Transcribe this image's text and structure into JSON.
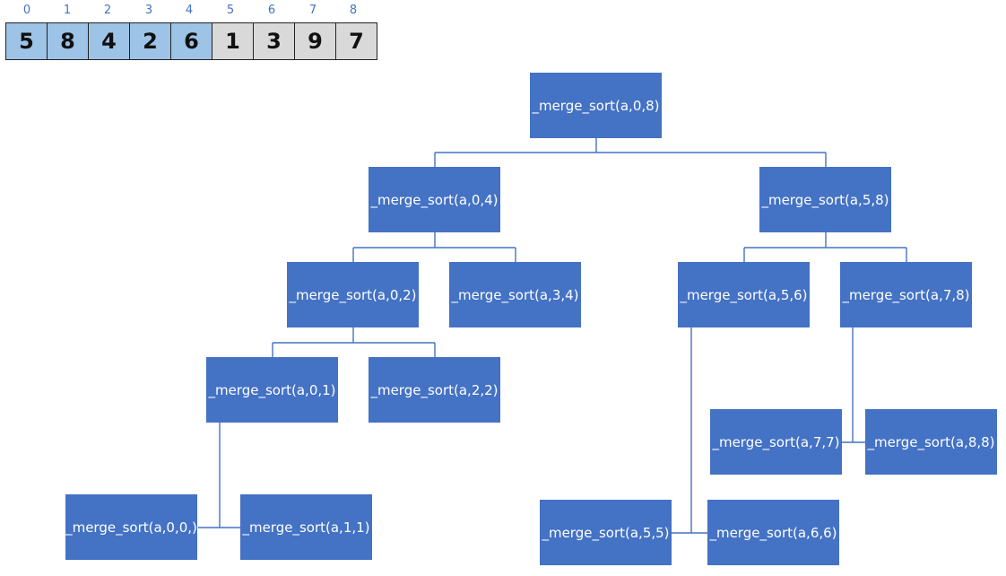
{
  "array": {
    "indices": [
      "0",
      "1",
      "2",
      "3",
      "4",
      "5",
      "6",
      "7",
      "8"
    ],
    "values": [
      "5",
      "8",
      "4",
      "2",
      "6",
      "1",
      "3",
      "9",
      "7"
    ],
    "left_color": "#9dc3e6",
    "right_color": "#d9d9d9"
  },
  "tree": {
    "node_color": "#4472c4",
    "line_color": "#4472c4",
    "nodes": [
      {
        "id": "n08",
        "label": "_merge_sort(a,0,8)"
      },
      {
        "id": "n04",
        "label": "_merge_sort(a,0,4)"
      },
      {
        "id": "n58",
        "label": "_merge_sort(a,5,8)"
      },
      {
        "id": "n02",
        "label": "_merge_sort(a,0,2)"
      },
      {
        "id": "n34",
        "label": "_merge_sort(a,3,4)"
      },
      {
        "id": "n56",
        "label": "_merge_sort(a,5,6)"
      },
      {
        "id": "n78",
        "label": "_merge_sort(a,7,8)"
      },
      {
        "id": "n01",
        "label": "_merge_sort(a,0,1)"
      },
      {
        "id": "n22",
        "label": "_merge_sort(a,2,2)"
      },
      {
        "id": "n77",
        "label": "_merge_sort(a,7,7)"
      },
      {
        "id": "n88",
        "label": "_merge_sort(a,8,8)"
      },
      {
        "id": "n00",
        "label": "_merge_sort(a,0,0,)"
      },
      {
        "id": "n11",
        "label": "_merge_sort(a,1,1)"
      },
      {
        "id": "n55",
        "label": "_merge_sort(a,5,5)"
      },
      {
        "id": "n66",
        "label": "_merge_sort(a,6,6)"
      }
    ]
  }
}
